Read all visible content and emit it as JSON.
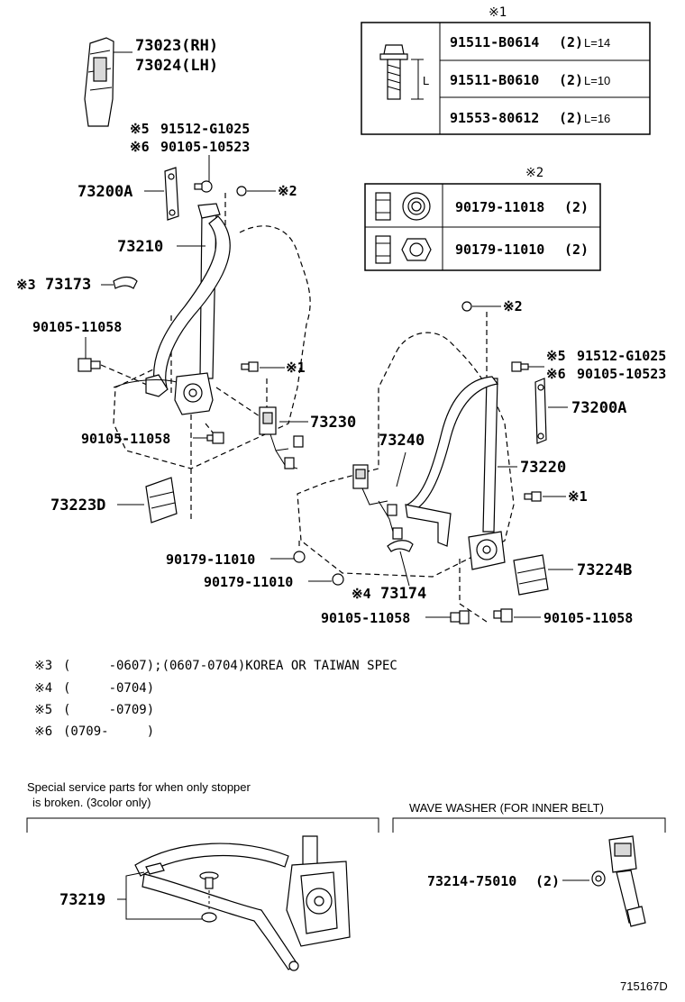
{
  "table1": {
    "title": "※1",
    "rows": [
      {
        "pn": "91511-B0614",
        "qty": "(2)",
        "len": "L=14"
      },
      {
        "pn": "91511-B0610",
        "qty": "(2)",
        "len": "L=10"
      },
      {
        "pn": "91553-80612",
        "qty": "(2)",
        "len": "L=16"
      }
    ],
    "dim_label": "L"
  },
  "table2": {
    "title": "※2",
    "rows": [
      {
        "pn": "90179-11018",
        "qty": "(2)"
      },
      {
        "pn": "90179-11010",
        "qty": "(2)"
      }
    ]
  },
  "labels": {
    "p73023": "73023(RH)",
    "p73024": "73024(LH)",
    "m5_left": "※5",
    "m5_left_pn": "91512-G1025",
    "m6_left": "※6",
    "m6_left_pn": "90105-10523",
    "p73200A_left": "73200A",
    "m2_a": "※2",
    "p73210": "73210",
    "m3": "※3",
    "p73173": "73173",
    "p90105_11058_a": "90105-11058",
    "m1_a": "※1",
    "m2_b": "※2",
    "m5_right": "※5",
    "m5_right_pn": "91512-G1025",
    "m6_right": "※6",
    "m6_right_pn": "90105-10523",
    "p73200A_right": "73200A",
    "p73230": "73230",
    "p90105_11058_b": "90105-11058",
    "p73240": "73240",
    "p73220": "73220",
    "p73223D": "73223D",
    "m1_b": "※1",
    "p90179_11010_a": "90179-11010",
    "p73224B": "73224B",
    "p90179_11010_b": "90179-11010",
    "m4": "※4",
    "p73174": "73174",
    "p90105_11058_c": "90105-11058",
    "p90105_11058_d": "90105-11058"
  },
  "notes": [
    {
      "mark": "※3",
      "text": "(     -0607);(0607-0704)KOREA OR TAIWAN SPEC"
    },
    {
      "mark": "※4",
      "text": "(     -0704)"
    },
    {
      "mark": "※5",
      "text": "(     -0709)"
    },
    {
      "mark": "※6",
      "text": "(0709-     )"
    }
  ],
  "service": {
    "line1": "Special service parts for when only stopper",
    "line2": "is broken. (3color only)",
    "part": "73219"
  },
  "washer": {
    "title": "WAVE WASHER (FOR INNER BELT)",
    "part": "73214-75010",
    "qty": "(2)"
  },
  "diagram_id": "715167D"
}
